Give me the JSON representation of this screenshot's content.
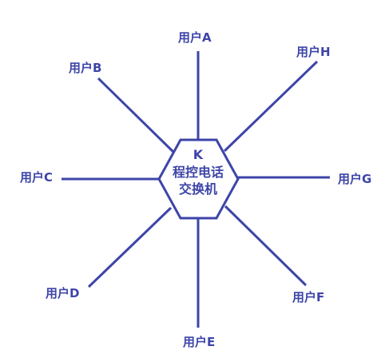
{
  "colors": {
    "line": "#3d45a8",
    "text": "#3d45a8"
  },
  "hub": {
    "code": "K",
    "line1": "程控电话",
    "line2": "交换机"
  },
  "users": [
    {
      "id": "A",
      "label": "用户A"
    },
    {
      "id": "B",
      "label": "用户B"
    },
    {
      "id": "C",
      "label": "用户C"
    },
    {
      "id": "D",
      "label": "用户D"
    },
    {
      "id": "E",
      "label": "用户E"
    },
    {
      "id": "F",
      "label": "用户F"
    },
    {
      "id": "G",
      "label": "用户G"
    },
    {
      "id": "H",
      "label": "用户H"
    }
  ]
}
